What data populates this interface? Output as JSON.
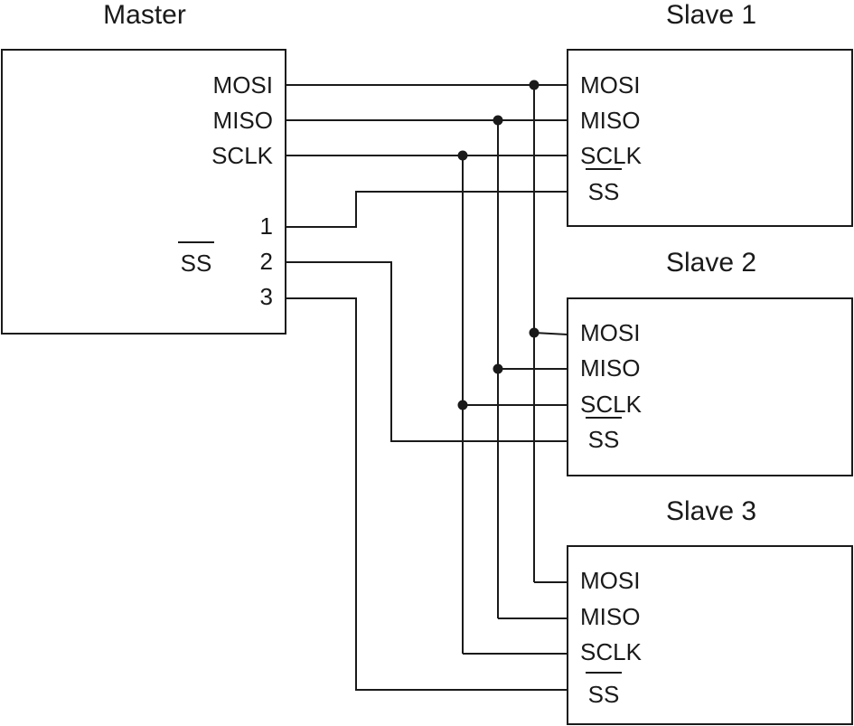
{
  "master": {
    "title": "Master",
    "pins": {
      "mosi": "MOSI",
      "miso": "MISO",
      "sclk": "SCLK"
    },
    "ss_group_label": "SS",
    "ss_pins": [
      "1",
      "2",
      "3"
    ]
  },
  "slaves": [
    {
      "title": "Slave 1",
      "pins": {
        "mosi": "MOSI",
        "miso": "MISO",
        "sclk": "SCLK",
        "ss": "SS"
      }
    },
    {
      "title": "Slave 2",
      "pins": {
        "mosi": "MOSI",
        "miso": "MISO",
        "sclk": "SCLK",
        "ss": "SS"
      }
    },
    {
      "title": "Slave 3",
      "pins": {
        "mosi": "MOSI",
        "miso": "MISO",
        "sclk": "SCLK",
        "ss": "SS"
      }
    }
  ],
  "colors": {
    "ink": "#1a1a1a",
    "background": "#ffffff"
  }
}
